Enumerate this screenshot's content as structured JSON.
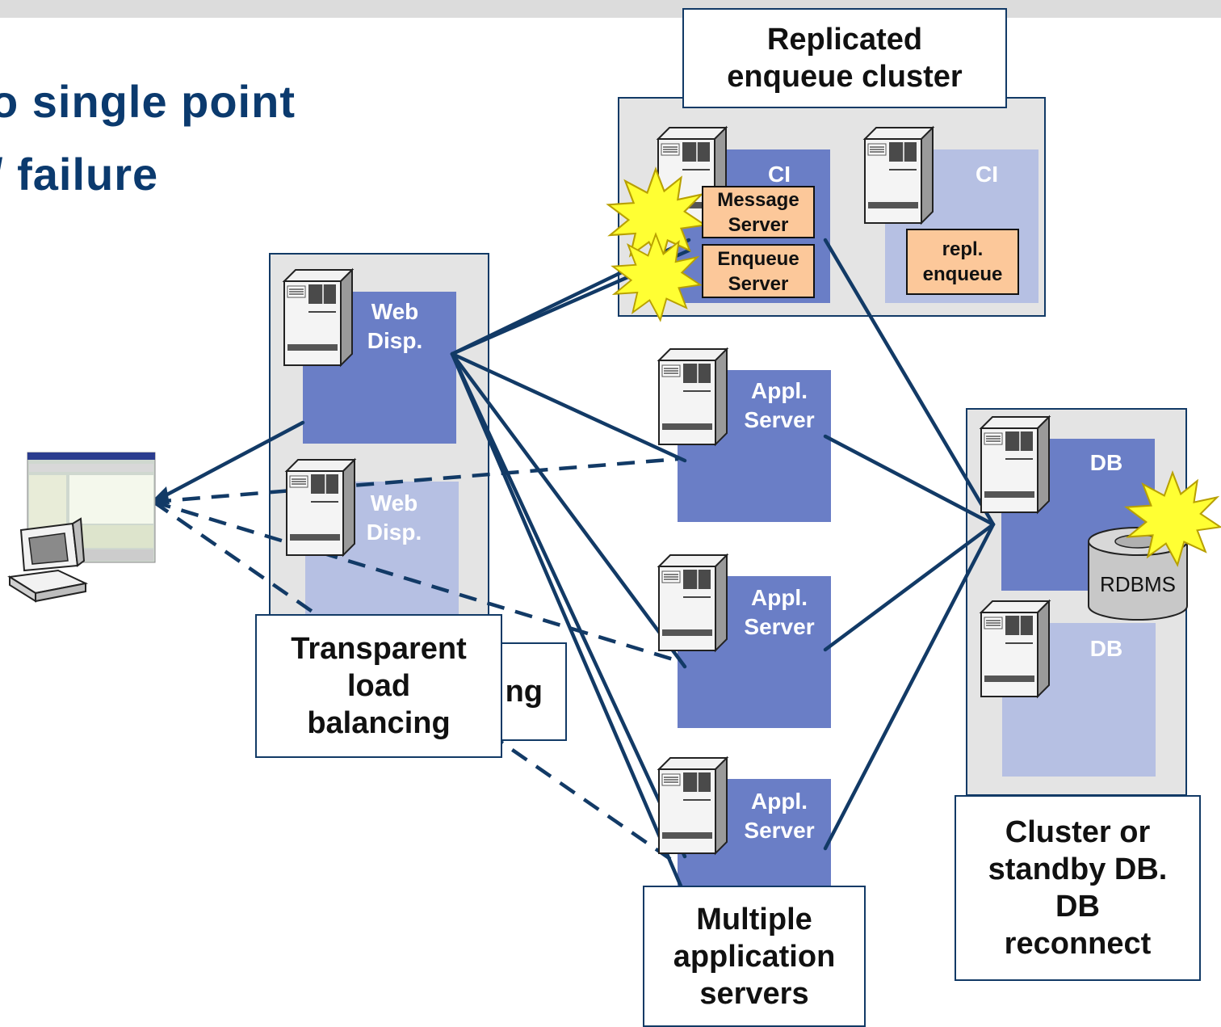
{
  "slide": {
    "title_line1": "o single point",
    "title_line2": "/ failure"
  },
  "cluster": {
    "callout": "Replicated\nenqueue cluster",
    "ci_label_left": "CI",
    "ci_label_right": "CI",
    "message_server": "Message\nServer",
    "enqueue_server": "Enqueue\nServer",
    "repl_enqueue": "repl.\nenqueue"
  },
  "web": {
    "disp1": "Web\nDisp.",
    "disp2": "Web\nDisp.",
    "callout_back_fragment": "ng",
    "callout": "Transparent\nload\nbalancing"
  },
  "app": {
    "server1": "Appl.\nServer",
    "server2": "Appl.\nServer",
    "server3": "Appl.\nServer",
    "callout": "Multiple\napplication\nservers"
  },
  "db": {
    "db1": "DB",
    "db2": "DB",
    "rdbms": "RDBMS",
    "callout": "Cluster or\nstandby DB.\nDB\nreconnect"
  },
  "colors": {
    "navy": "#123a66",
    "active_block": "#6a7ec6",
    "standby_block": "#b6c0e3",
    "panel": "#e4e4e4",
    "highlight": "#fcc89a",
    "failure_burst": "#ffff33"
  }
}
